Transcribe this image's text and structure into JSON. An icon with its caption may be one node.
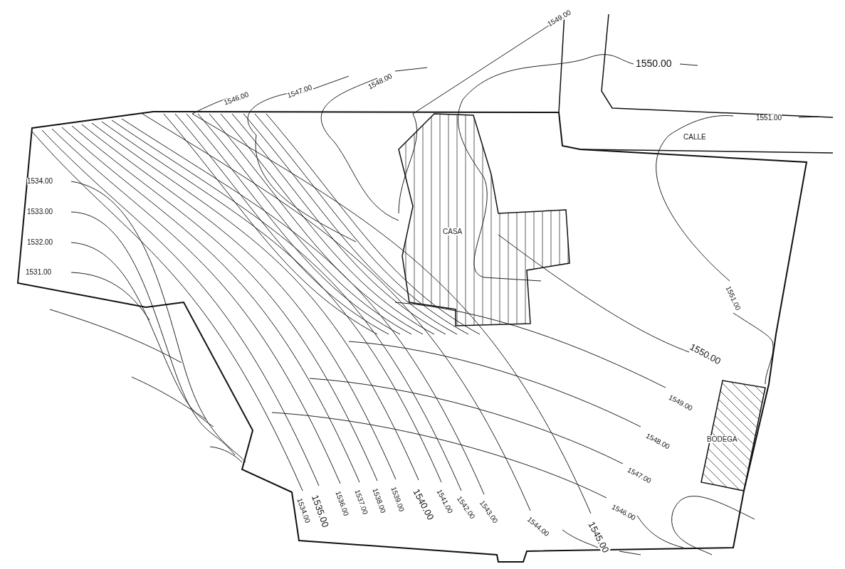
{
  "diagram": {
    "nodes": [
      {
        "text": [
          "CASA"
        ]
      },
      {
        "text": [
          "BODEGA"
        ]
      }
    ],
    "edges": [],
    "labels": [
      "1549.00",
      "1550.00",
      "1546.00",
      "1547.00",
      "1548.00",
      "1551.00",
      "CALLE",
      "1534.00",
      "1533.00",
      "1532.00",
      "1531.00",
      "1551.00",
      "1550.00",
      "1549.00",
      "1548.00",
      "1547.00",
      "1546.00",
      "1534.00",
      "1535.00",
      "1536.00",
      "1537.00",
      "1538.00",
      "1539.00",
      "1540.00",
      "1541.00",
      "1542.00",
      "1543.00",
      "1544.00",
      "1545.00"
    ]
  }
}
